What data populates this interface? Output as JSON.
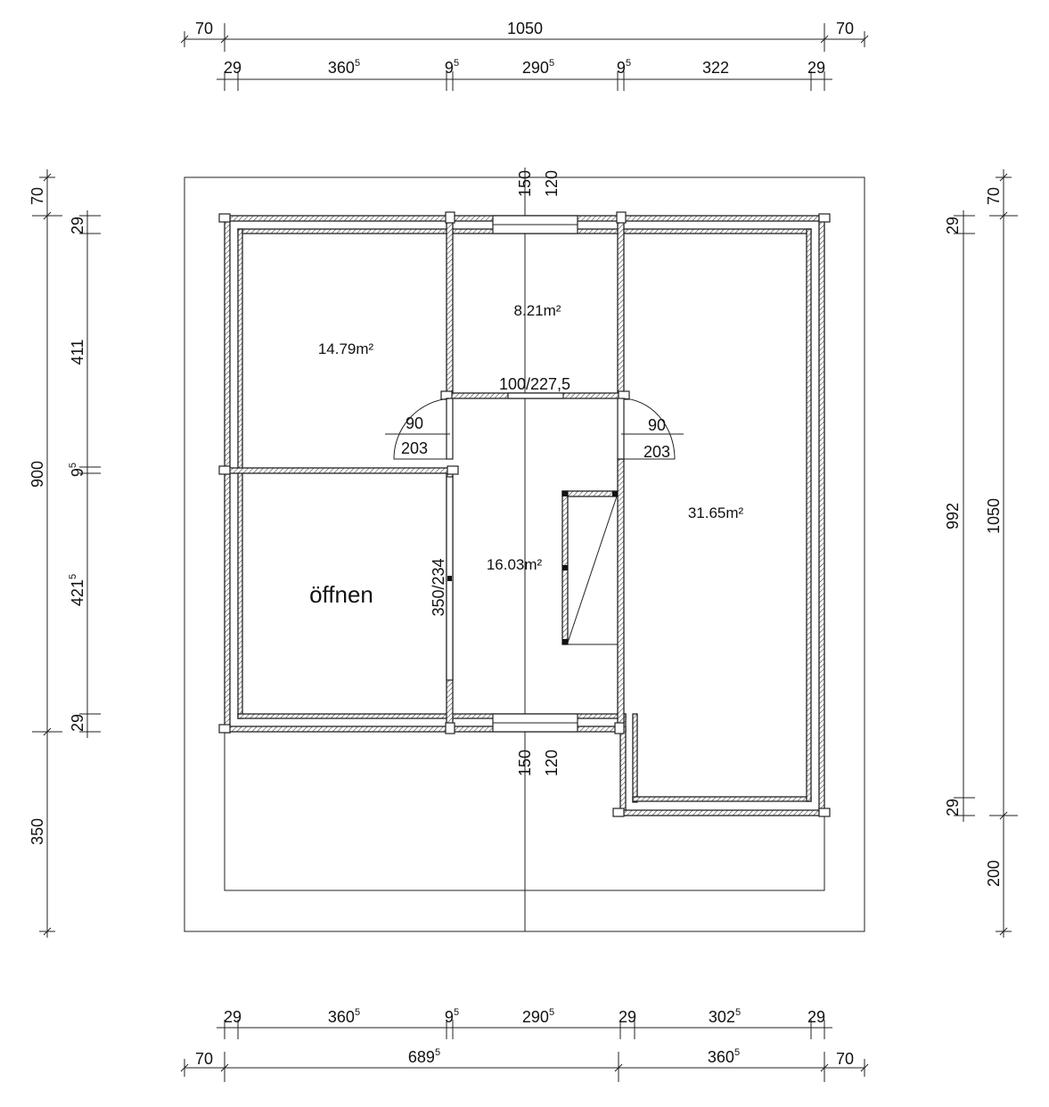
{
  "top_dims": {
    "overall": {
      "left": "70",
      "middle": "1050",
      "right": "70"
    },
    "segments": [
      {
        "value": "29",
        "sup": ""
      },
      {
        "value": "360",
        "sup": "5"
      },
      {
        "value": "9",
        "sup": "5"
      },
      {
        "value": "290",
        "sup": "5"
      },
      {
        "value": "9",
        "sup": "5"
      },
      {
        "value": "322",
        "sup": ""
      },
      {
        "value": "29",
        "sup": ""
      }
    ]
  },
  "bottom_dims": {
    "segments": [
      {
        "value": "29",
        "sup": ""
      },
      {
        "value": "360",
        "sup": "5"
      },
      {
        "value": "9",
        "sup": "5"
      },
      {
        "value": "290",
        "sup": "5"
      },
      {
        "value": "29",
        "sup": ""
      },
      {
        "value": "302",
        "sup": "5"
      },
      {
        "value": "29",
        "sup": ""
      }
    ],
    "overall": {
      "left": "70",
      "middle": {
        "value": "689",
        "sup": "5"
      },
      "middle2": {
        "value": "360",
        "sup": "5"
      },
      "right": "70"
    }
  },
  "left_dims": {
    "overall": {
      "top": "70",
      "middle": "900",
      "bottom": "350"
    },
    "segments": [
      {
        "value": "29",
        "sup": ""
      },
      {
        "value": "411",
        "sup": ""
      },
      {
        "value": "9",
        "sup": "5"
      },
      {
        "value": "421",
        "sup": "5"
      },
      {
        "value": "29",
        "sup": ""
      }
    ]
  },
  "right_dims": {
    "overall": {
      "top": "70",
      "middle": "1050",
      "bottom": "200"
    },
    "segments": [
      {
        "value": "29",
        "sup": ""
      },
      {
        "value": "992",
        "sup": ""
      },
      {
        "value": "29",
        "sup": ""
      }
    ]
  },
  "rooms": {
    "room_a": "14.79m²",
    "room_b": "8.21m²",
    "room_c": "31.65m²",
    "hall": "16.03m²",
    "open_label": "öffnen"
  },
  "openings": {
    "window_top": {
      "a": "150",
      "b": "120"
    },
    "window_bottom": {
      "a": "150",
      "b": "120"
    },
    "door_top": "100/227,5",
    "door_left": {
      "a": "90",
      "b": "203"
    },
    "door_right": {
      "a": "90",
      "b": "203"
    },
    "opening_hall": "350/234"
  }
}
